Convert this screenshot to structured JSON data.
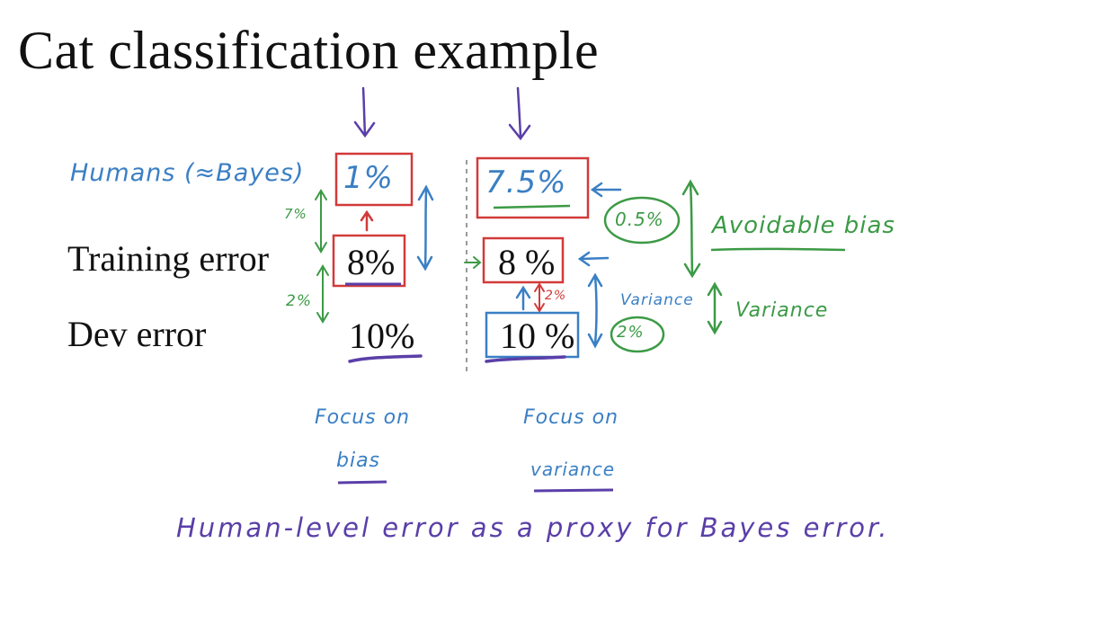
{
  "title": "Cat classification example",
  "rows": {
    "training": "Training error",
    "dev": "Dev error"
  },
  "humans_label": "Humans (≈Bayes)",
  "scenario_a": {
    "human": "1%",
    "training": "8%",
    "dev": "10%",
    "gap_top": "7%",
    "gap_bottom": "2%",
    "focus_line1": "Focus on",
    "focus_line2": "bias"
  },
  "scenario_b": {
    "human": "7.5%",
    "training": "8 %",
    "dev": "10 %",
    "gap": "2%",
    "bubble_bias": "0.5%",
    "bubble_variance": "2%",
    "label_avoidable": "Avoidable bias",
    "label_variance_left": "Variance",
    "label_variance_right": "Variance",
    "focus_line1": "Focus on",
    "focus_line2": "variance"
  },
  "bottom_note": "Human-level error as a proxy for Bayes error.",
  "colors": {
    "blue": "#3a7fc4",
    "red": "#d23a3a",
    "green": "#3c9a45",
    "purple": "#5a3fa8"
  }
}
